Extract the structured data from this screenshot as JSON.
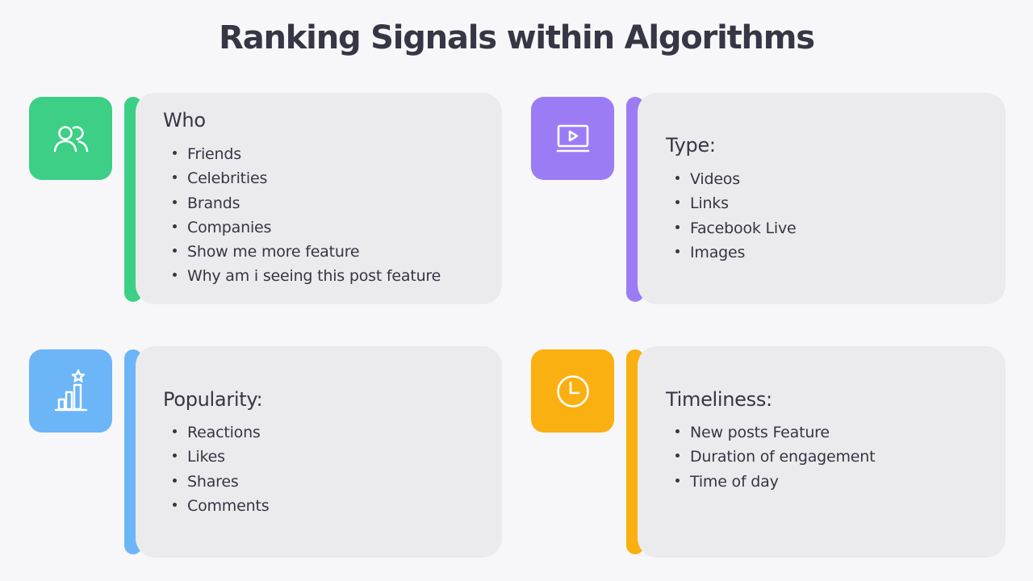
{
  "title": "Ranking Signals within Algorithms",
  "colors": {
    "who": "#3ccf85",
    "type": "#9b7cf5",
    "popularity": "#6cb5f7",
    "timeliness": "#fbb011",
    "card_bg": "#ebebee",
    "page_bg": "#f7f7f9",
    "text": "#363644"
  },
  "sections": [
    {
      "id": "who",
      "icon": "users-icon",
      "heading": "Who",
      "items": [
        "Friends",
        "Celebrities",
        "Brands",
        "Companies",
        "Show me more feature",
        "Why am i seeing this post feature"
      ]
    },
    {
      "id": "type",
      "icon": "video-play-icon",
      "heading": "Type:",
      "items": [
        "Videos",
        "Links",
        "Facebook Live",
        "Images"
      ]
    },
    {
      "id": "popularity",
      "icon": "bar-chart-star-icon",
      "heading": "Popularity:",
      "items": [
        "Reactions",
        "Likes",
        "Shares",
        "Comments"
      ]
    },
    {
      "id": "timeliness",
      "icon": "clock-icon",
      "heading": "Timeliness:",
      "items": [
        "New posts Feature",
        "Duration of engagement",
        "Time of day"
      ]
    }
  ]
}
